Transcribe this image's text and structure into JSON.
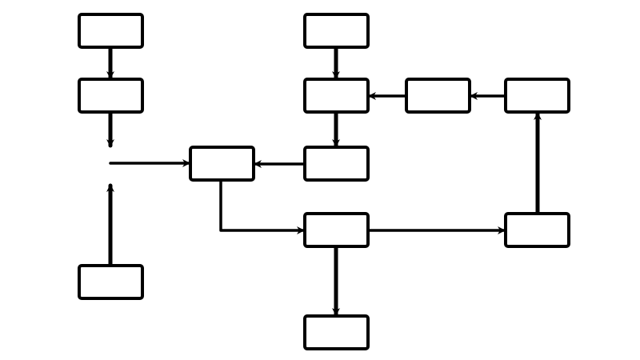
{
  "diagram": {
    "kind": "flowchart",
    "nodes": [
      {
        "id": "n1"
      },
      {
        "id": "n2"
      },
      {
        "id": "n3"
      },
      {
        "id": "n4"
      },
      {
        "id": "n5"
      },
      {
        "id": "n6"
      },
      {
        "id": "n7"
      },
      {
        "id": "n8"
      },
      {
        "id": "n9"
      },
      {
        "id": "n10"
      },
      {
        "id": "n11"
      },
      {
        "id": "n12"
      },
      {
        "id": "n13"
      }
    ],
    "edges": [
      {
        "from": "n1",
        "to": "n2"
      },
      {
        "from": "n2",
        "to": "n4"
      },
      {
        "from": "n3",
        "to": "n4"
      },
      {
        "from": "n2",
        "to": "n4"
      },
      {
        "from": "n6",
        "to": "n4"
      },
      {
        "from": "n4",
        "to": "n11"
      },
      {
        "from": "n5",
        "to": "n8"
      },
      {
        "from": "n9",
        "to": "n8"
      },
      {
        "from": "n10",
        "to": "n9"
      },
      {
        "from": "n8",
        "to": "n6"
      },
      {
        "from": "n11",
        "to": "n13"
      },
      {
        "from": "n11",
        "to": "n12"
      },
      {
        "from": "n12",
        "to": "n10"
      }
    ],
    "colors": {
      "stroke": "#000000",
      "fill": "#ffffff",
      "background": "#ffffff"
    }
  }
}
